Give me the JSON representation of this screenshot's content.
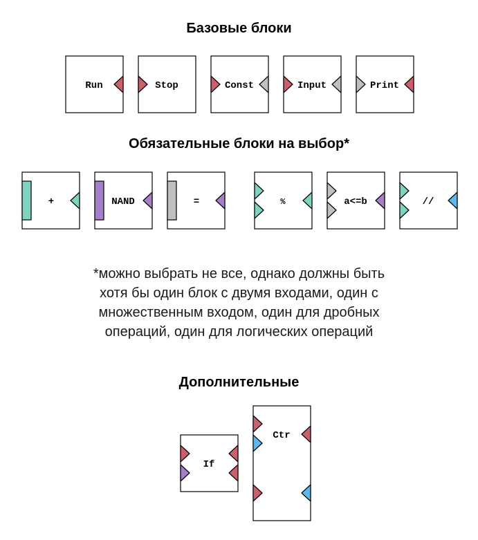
{
  "headings": {
    "basic": "Базовые блоки",
    "required": "Обязательные блоки на выбор*",
    "extra": "Дополнительные"
  },
  "note_lines": [
    "*можно выбрать не все, однако должны быть",
    "хотя бы один блок с двумя входами, один с",
    "множественным входом, один для дробных",
    "операций, один для логических операций"
  ],
  "colors": {
    "red": "#c9606b",
    "gray": "#c0c0c0",
    "teal": "#7fd3c1",
    "purple": "#a57fc7",
    "blue": "#5cb8ee",
    "stroke": "#000000"
  },
  "blocks": {
    "basic": [
      {
        "name": "run",
        "label": "Run",
        "inputs": [],
        "outputs": [
          "red"
        ]
      },
      {
        "name": "stop",
        "label": "Stop",
        "inputs": [
          "red"
        ],
        "outputs": []
      },
      {
        "name": "const",
        "label": "Const",
        "inputs": [
          "red"
        ],
        "outputs": [
          "gray"
        ]
      },
      {
        "name": "input",
        "label": "Input",
        "inputs": [
          "red"
        ],
        "outputs": [
          "gray"
        ]
      },
      {
        "name": "print",
        "label": "Print",
        "inputs": [
          "gray"
        ],
        "outputs": [
          "red"
        ]
      }
    ],
    "required": [
      {
        "name": "plus",
        "label": "+",
        "bar": "teal",
        "inputs": [],
        "outputs": [
          "teal"
        ]
      },
      {
        "name": "nand",
        "label": "NAND",
        "bar": "purple",
        "inputs": [],
        "outputs": [
          "purple"
        ]
      },
      {
        "name": "equals",
        "label": "=",
        "bar": "gray",
        "inputs": [],
        "outputs": [
          "purple"
        ]
      },
      {
        "name": "modulo",
        "label": "%",
        "inputs": [
          "teal",
          "teal"
        ],
        "outputs": [
          "teal"
        ]
      },
      {
        "name": "less-equal",
        "label": "a<=b",
        "inputs": [
          "gray",
          "gray"
        ],
        "outputs": [
          "purple"
        ]
      },
      {
        "name": "float-div",
        "label": "//",
        "inputs": [
          "teal",
          "teal"
        ],
        "outputs": [
          "blue"
        ]
      }
    ],
    "extra": [
      {
        "name": "if",
        "label": "If",
        "inputs": [
          "red",
          "purple"
        ],
        "outputs": [
          "red",
          "red"
        ]
      },
      {
        "name": "ctr",
        "label": "Ctr",
        "inputs": [
          "red",
          "blue",
          "red"
        ],
        "outputs": [
          "red",
          "blue"
        ]
      }
    ]
  }
}
